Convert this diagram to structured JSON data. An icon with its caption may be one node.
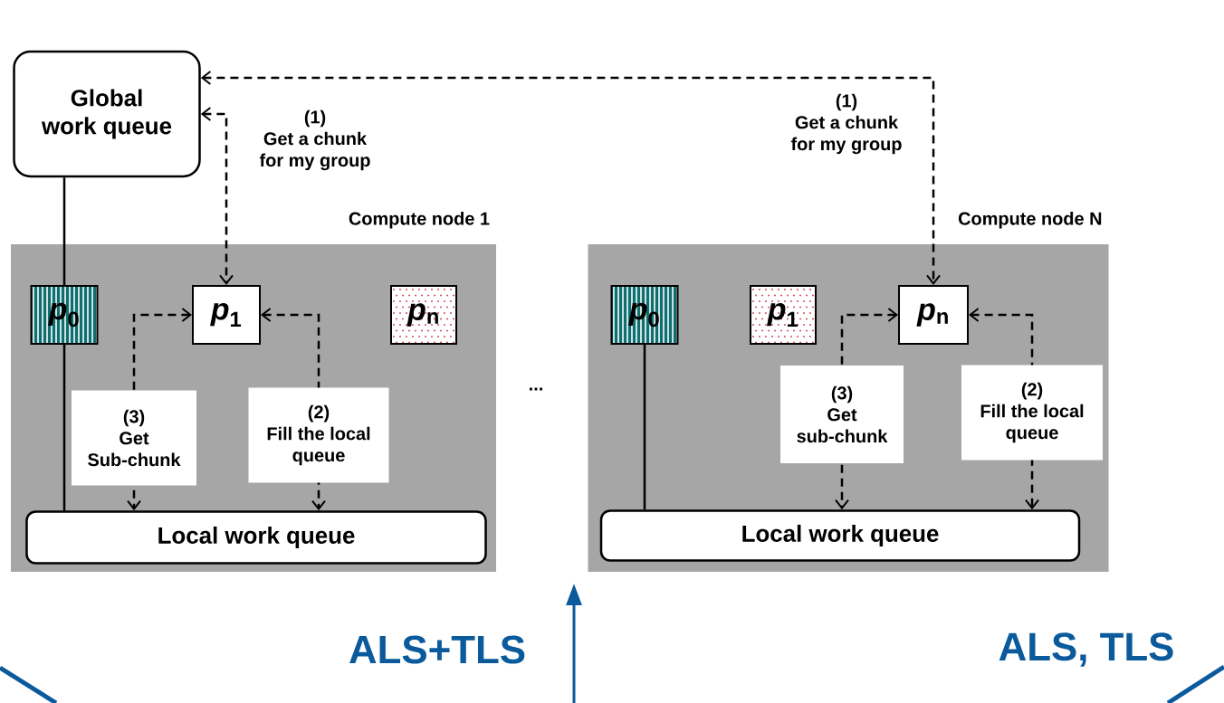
{
  "diagram": {
    "nodes": [
      {
        "text": [
          "Global work queue"
        ]
      },
      {
        "text": [
          "Compute node 1"
        ]
      },
      {
        "text": [
          "*p*$_{0}$"
        ],
        "in": 1
      },
      {
        "text": [
          "*p*$_{1}$"
        ],
        "in": 1
      },
      {
        "text": [
          "*p*$_{n}$"
        ],
        "in": 1
      },
      {
        "text": [
          "Local work queue"
        ],
        "in": 1
      },
      {
        "text": [
          "Compute node N"
        ]
      },
      {
        "text": [
          "*p*$_{0}$"
        ],
        "in": 6
      },
      {
        "text": [
          "*p*$_{1}$"
        ],
        "in": 6
      },
      {
        "text": [
          "*p*$_{n}$"
        ],
        "in": 6
      },
      {
        "text": [
          "Local work queue"
        ],
        "in": 6
      }
    ],
    "edges": [
      {
        "from": 0,
        "to": 3,
        "arrow": "both",
        "style": "dashed",
        "label": "(1) Get a chunk for my group"
      },
      {
        "from": 0,
        "to": 9,
        "arrow": "both",
        "style": "dashed",
        "label": "(1) Get a chunk for my group"
      },
      {
        "from": 3,
        "to": 5,
        "arrow": "both",
        "style": "dashed",
        "label": "(3) Get Sub-chunk"
      },
      {
        "from": 3,
        "to": 5,
        "arrow": "both",
        "style": "dashed",
        "label": "(2) Fill the local queue"
      },
      {
        "from": 9,
        "to": 10,
        "arrow": "both",
        "style": "dashed",
        "label": "(3) Get sub-chunk"
      },
      {
        "from": 9,
        "to": 10,
        "arrow": "both",
        "style": "dashed",
        "label": "(2) Fill the local queue"
      },
      {
        "from": 0,
        "to": 2,
        "arrow": "none"
      },
      {
        "from": 2,
        "to": 5,
        "arrow": "none"
      },
      {
        "from": 7,
        "to": 10,
        "arrow": "none"
      }
    ],
    "labels": [
      "...",
      "ALS+TLS",
      "ALS, TLS"
    ]
  }
}
